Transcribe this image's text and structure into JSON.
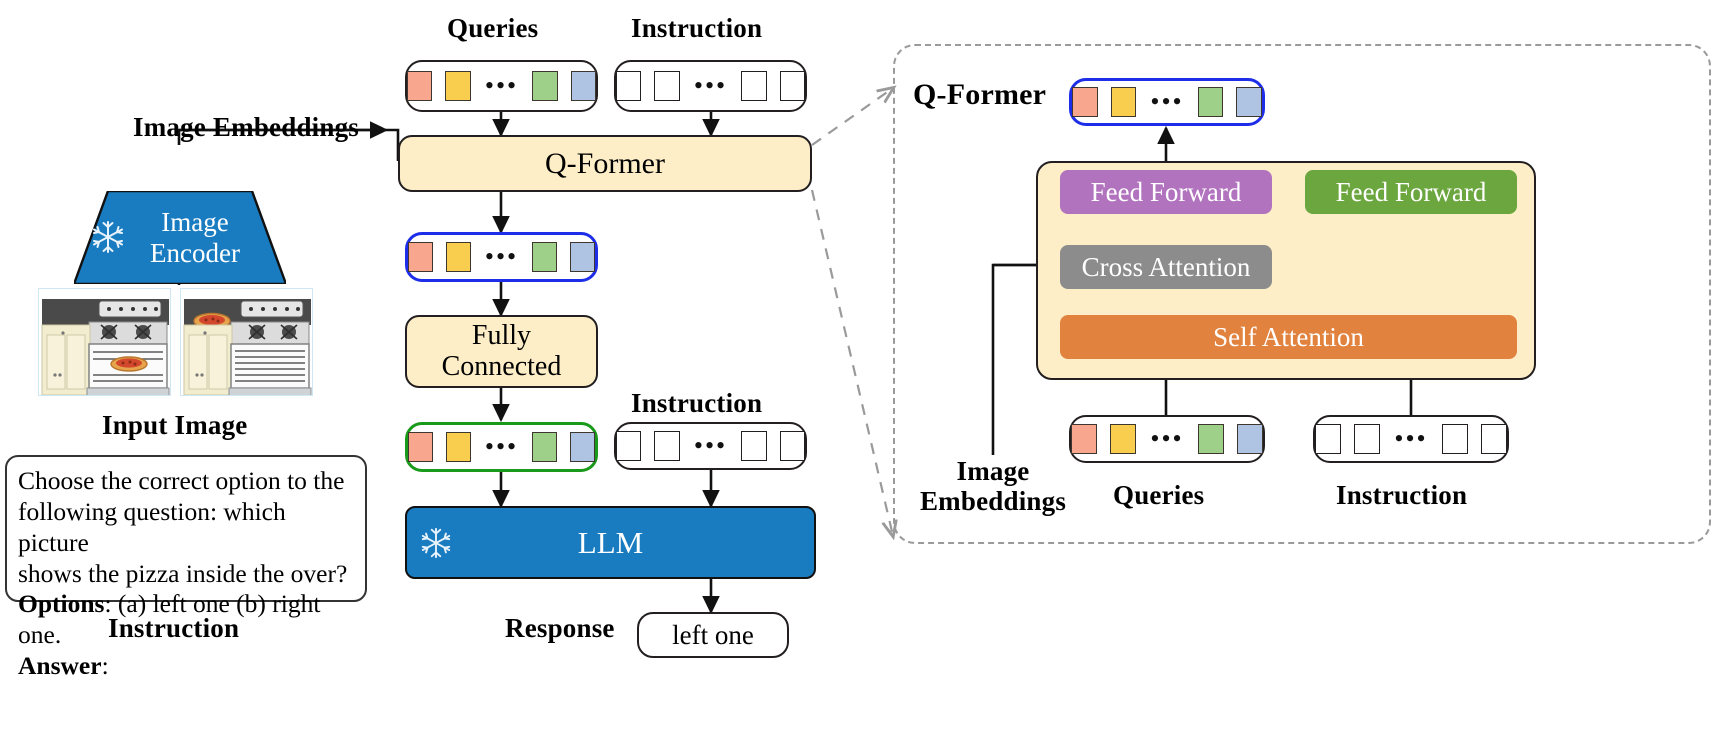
{
  "figure": {
    "type": "architecture-diagram",
    "colors": {
      "cream": "#fdeec8",
      "blue_block": "#1a7cc0",
      "token_red": "#f9a68e",
      "token_yellow": "#f9ce4e",
      "token_green": "#9ed08a",
      "token_blue": "#aec4e2",
      "feed_forward_left": "#b172be",
      "feed_forward_right": "#6ba63e",
      "cross_attention": "#8c8c8c",
      "self_attention": "#e2823f",
      "outline_blue": "#1e2ee8",
      "outline_green": "#1a9a1a",
      "dashed_gray": "#9a9a9a"
    }
  },
  "left_column": {
    "image_embeddings_label": "Image Embeddings",
    "encoder": {
      "line1": "Image",
      "line2": "Encoder",
      "frozen_icon": "snowflake-icon"
    },
    "input_image_label": "Input Image",
    "photos": [
      {
        "name": "stove-pizza-inside-oven",
        "alt": "Kitchen stove with pizza inside the oven"
      },
      {
        "name": "stove-pizza-on-counter",
        "alt": "Kitchen stove with pizza on the counter"
      }
    ],
    "instruction_card": {
      "line1": "Choose the correct option to the",
      "line2": "following question: which picture",
      "line3": "shows the pizza inside the over?",
      "options_label": "Options",
      "options_text": ": (a) left one (b) right one.",
      "answer_label": "Answer",
      "answer_text": ":"
    },
    "instruction_label": "Instruction"
  },
  "middle_column": {
    "queries_label": "Queries",
    "instruction_label_top": "Instruction",
    "instruction_label_mid": "Instruction",
    "qformer_label": "Q-Former",
    "fully_connected": {
      "line1": "Fully",
      "line2": "Connected"
    },
    "llm_label": "LLM",
    "llm_frozen_icon": "snowflake-icon",
    "response_label": "Response",
    "response_value": "left one",
    "query_tokens": [
      "red",
      "yellow",
      "ellipsis",
      "green",
      "blue"
    ],
    "instruction_tokens": [
      "empty",
      "empty",
      "ellipsis",
      "empty",
      "empty"
    ]
  },
  "right_panel": {
    "title": "Q-Former",
    "output_tokens": [
      "red",
      "yellow",
      "ellipsis",
      "green",
      "blue"
    ],
    "blocks": {
      "feed_forward_left": "Feed Forward",
      "feed_forward_right": "Feed Forward",
      "cross_attention": "Cross Attention",
      "self_attention": "Self Attention"
    },
    "inputs": {
      "image_embeddings_line1": "Image",
      "image_embeddings_line2": "Embeddings",
      "queries_label": "Queries",
      "instruction_label": "Instruction"
    },
    "query_tokens": [
      "red",
      "yellow",
      "ellipsis",
      "green",
      "blue"
    ],
    "instruction_tokens": [
      "empty",
      "empty",
      "ellipsis",
      "empty",
      "empty"
    ]
  }
}
